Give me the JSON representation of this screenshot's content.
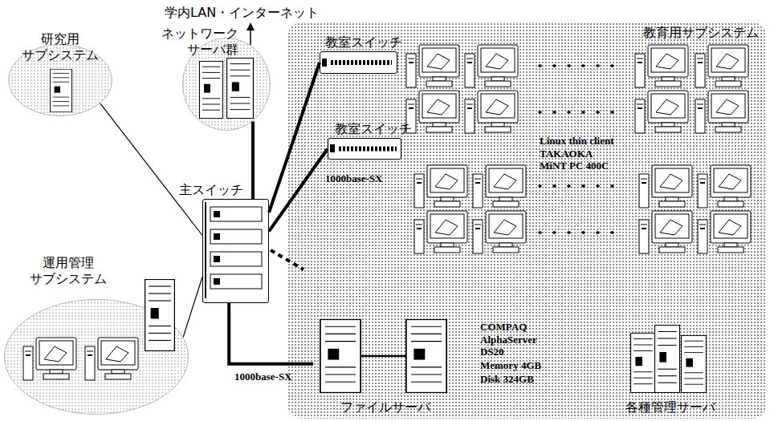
{
  "diagram": {
    "nodes": [
      {
        "text": [
          "ネットワーク サーバ群"
        ]
      },
      {
        "text": [
          "研究用 サブシステム"
        ]
      },
      {
        "text": [
          "主スイッチ"
        ]
      },
      {
        "text": [
          "運用管理 サブシステム"
        ]
      },
      {
        "text": [
          "教育用サブシステム"
        ]
      },
      {
        "text": [
          "教室スイッチ"
        ],
        "in": 4
      },
      {
        "text": [
          "教室スイッチ"
        ],
        "in": 4
      },
      {
        "text": [
          "ファイルサーバ"
        ],
        "in": 4
      },
      {
        "text": [
          "各種管理サーバ"
        ],
        "in": 4
      }
    ],
    "edges": [
      {
        "from": 2,
        "to": 0,
        "arrow": "none"
      },
      {
        "from": 2,
        "to": 1,
        "arrow": "none"
      },
      {
        "from": 2,
        "to": 3,
        "arrow": "none"
      },
      {
        "from": 2,
        "to": 5,
        "arrow": "none"
      },
      {
        "from": 2,
        "to": 6,
        "label": "1000base-SX",
        "arrow": "none"
      },
      {
        "from": 2,
        "to": 7,
        "label": "1000base-SX",
        "arrow": "none"
      }
    ],
    "labels": [
      "学内LAN・インターネット",
      "Linux thin client TAKAOKA MiNT PC 400C",
      "COMPAQ AlphaServer DS20",
      "Memory 4GB",
      "Disk 324GB"
    ]
  }
}
